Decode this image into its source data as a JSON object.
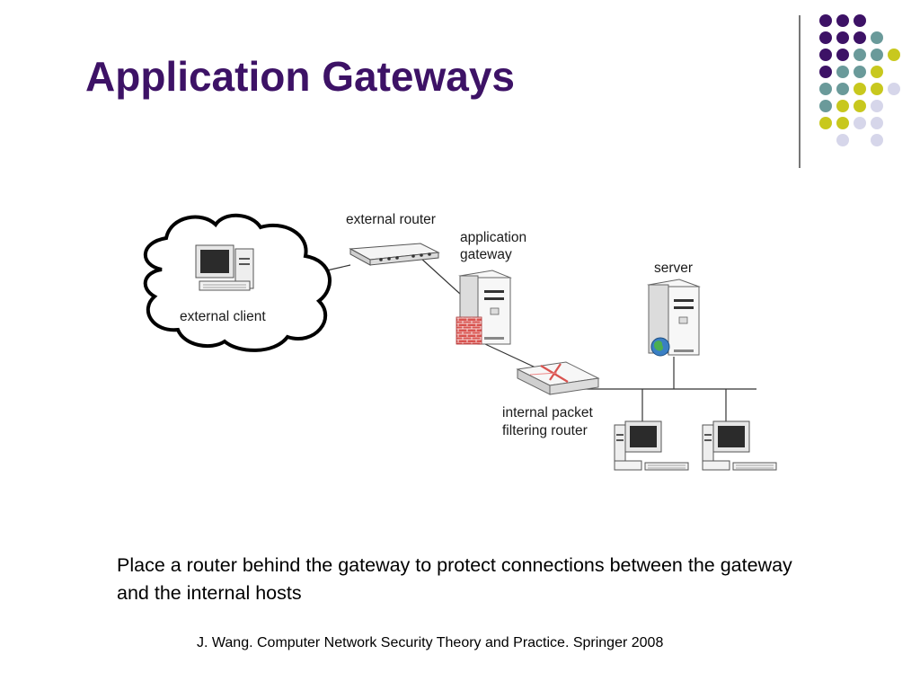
{
  "slide": {
    "title": "Application Gateways",
    "body": "Place a router behind the gateway to protect connections between the gateway and the internal hosts",
    "citation": "J. Wang. Computer Network Security Theory and Practice. Springer 2008"
  },
  "diagram": {
    "labels": {
      "external_router": "external router",
      "application_gateway_line1": "application",
      "application_gateway_line2": "gateway",
      "server": "server",
      "external_client": "external client",
      "internal_router_line1": "internal packet",
      "internal_router_line2": "filtering router"
    },
    "icons": [
      "cloud-icon",
      "desktop-computer-icon",
      "router-icon",
      "firewall-server-icon",
      "server-icon",
      "globe-icon",
      "packet-filter-router-icon"
    ]
  },
  "colors": {
    "title": "#3d1266",
    "dot_purple": "#3d1266",
    "dot_teal": "#6a9a9a",
    "dot_yellow": "#c8c81e",
    "dot_lavender": "#d6d6ea",
    "divider": "#777777"
  }
}
